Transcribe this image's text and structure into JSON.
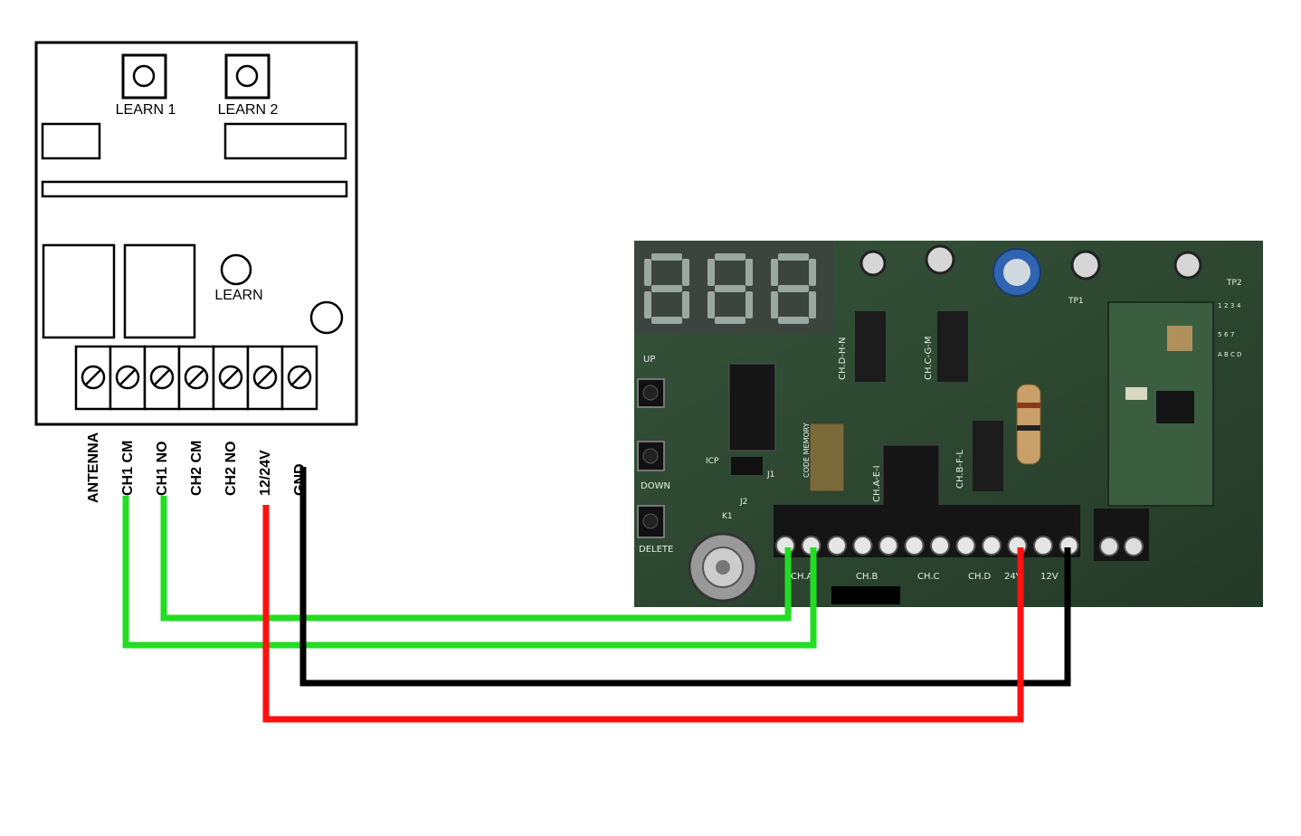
{
  "receiver": {
    "learn1_label": "LEARN 1",
    "learn2_label": "LEARN 2",
    "learn_label": "LEARN",
    "terminals": [
      "ANTENNA",
      "CH1 CM",
      "CH1 NO",
      "CH2 CM",
      "CH2 NO",
      "12/24V",
      "GND"
    ]
  },
  "board": {
    "display_digits": [
      "8",
      "8",
      "8"
    ],
    "buttons": [
      "UP",
      "DOWN",
      "DELETE"
    ],
    "header_labels": [
      "CH.D-H-N",
      "CH.C-G-M",
      "CH.B-F-L",
      "CH.A-E-I"
    ],
    "component_labels": [
      "ICP",
      "J1",
      "J2",
      "K1",
      "TP1",
      "TP2",
      "CODE MEMORY"
    ],
    "terminal_labels": [
      "CH.A",
      "CH.B",
      "CH.C",
      "CH.D",
      "24V",
      "12V"
    ],
    "module_table": [
      "1",
      "2",
      "3",
      "4",
      "5",
      "6",
      "7",
      "A",
      "B",
      "C",
      "D"
    ]
  },
  "colors": {
    "wire_green": "#22dd22",
    "wire_red": "#ff1111",
    "wire_black": "#000000",
    "pcb_green": "#2f4a33",
    "display_segment": "#9aa9a0"
  }
}
